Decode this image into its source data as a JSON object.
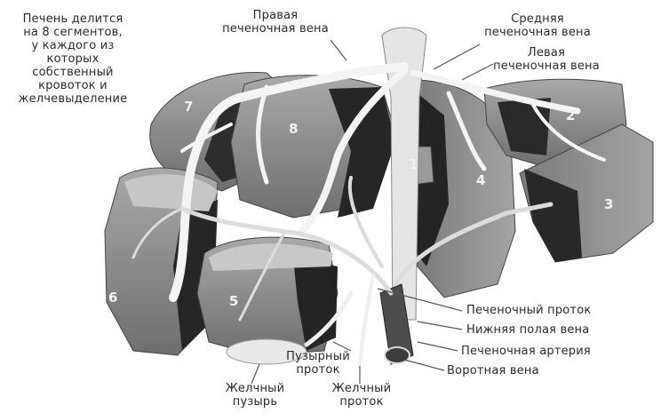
{
  "intro": {
    "lines": [
      "Печень делится",
      "на 8 сегментов,",
      "у каждого из",
      "которых",
      "собственный",
      "кровоток и",
      "желчевыделение"
    ]
  },
  "labels": {
    "right_hepatic_vein": [
      "Правая",
      "печеночная вена"
    ],
    "middle_hepatic_vein": [
      "Средняя",
      "печеночная вена"
    ],
    "left_hepatic_vein": [
      "Левая",
      "печеночная вена"
    ],
    "hepatic_duct": "Печеночный проток",
    "inferior_vena_cava": "Нижняя полая вена",
    "hepatic_artery": "Печеночная артерия",
    "portal_vein": "Воротная вена",
    "cystic_duct": [
      "Пузырный",
      "проток"
    ],
    "gallbladder": [
      "Желчный",
      "пузырь"
    ],
    "bile_duct": [
      "Желчный",
      "проток"
    ]
  },
  "segments": [
    "1",
    "2",
    "3",
    "4",
    "5",
    "6",
    "7",
    "8"
  ],
  "colors": {
    "segment_fill": "#8c8c8c",
    "segment_dark": "#2b2b2b",
    "vessel": "#f4f4f4",
    "leader": "#555555"
  }
}
